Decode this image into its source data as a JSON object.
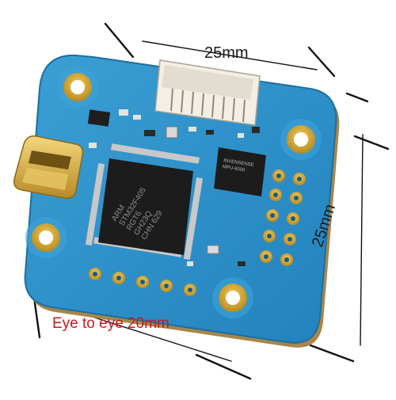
{
  "dimensions": {
    "top_label": "25mm",
    "right_label": "25mm",
    "bottom_label": "Eye to eye 20mm"
  },
  "board": {
    "chip_marking_lines": [
      "ARM",
      "STM32F405",
      "RGT6",
      "GH23Q",
      "CHN 629"
    ],
    "small_chip_marking_lines": [
      "INVENSENSE",
      "MPU-6000"
    ],
    "colors": {
      "pcb": "#2a8fc6",
      "pcb_edge": "#2a7fb2",
      "gold": "#d4a32e",
      "chip": "#1c1c1c",
      "connector": "#f3efe4"
    }
  },
  "icons": [
    "usb-port-icon",
    "connector-icon",
    "mcu-chip-icon",
    "gyro-chip-icon"
  ]
}
